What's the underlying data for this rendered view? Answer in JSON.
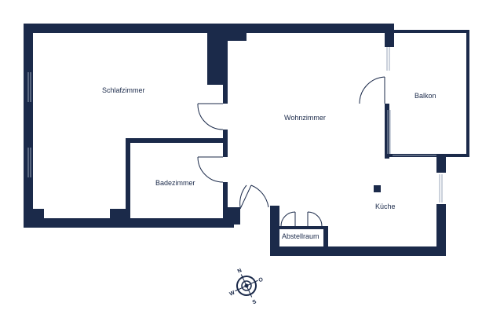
{
  "colors": {
    "wall": "#1b2a4a",
    "window": "#9aa6b8",
    "background": "#ffffff"
  },
  "rooms": {
    "schlafzimmer": "Schlafzimmer",
    "wohnzimmer": "Wohnzimmer",
    "balkon": "Balkon",
    "badezimmer": "Badezimmer",
    "kueche": "Küche",
    "abstellraum": "Abstellraum"
  },
  "compass": {
    "n": "N",
    "o": "O",
    "s": "S",
    "w": "W",
    "icon": "compass-rose-icon"
  }
}
